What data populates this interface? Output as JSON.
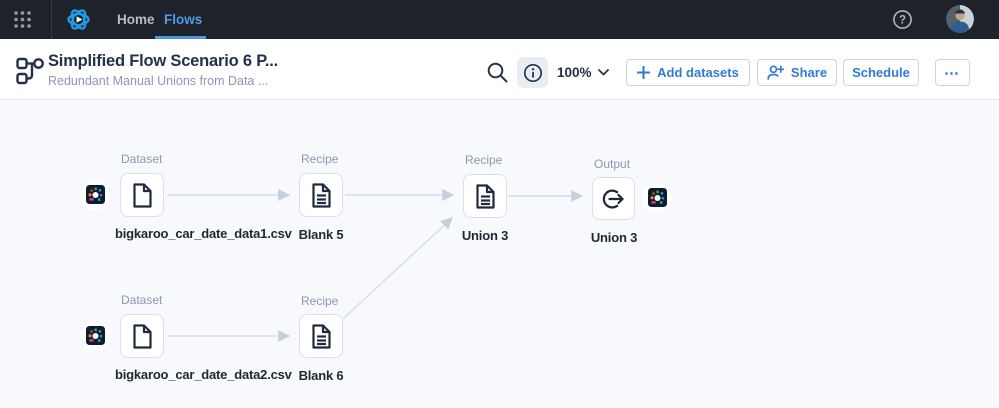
{
  "topbar": {
    "nav": [
      {
        "label": "Home",
        "active": false
      },
      {
        "label": "Flows",
        "active": true
      }
    ]
  },
  "toolbar": {
    "title": "Simplified Flow Scenario 6 P...",
    "subtitle": "Redundant Manual Unions from Data ...",
    "zoom_level": "100%",
    "add_datasets_label": "Add datasets",
    "share_label": "Share",
    "schedule_label": "Schedule",
    "more_label": "⋯"
  },
  "canvas": {
    "nodes": [
      {
        "type": "Dataset",
        "name": "bigkaroo_car_date_data1.csv"
      },
      {
        "type": "Recipe",
        "name": "Blank 5"
      },
      {
        "type": "Recipe",
        "name": "Union 3"
      },
      {
        "type": "Output",
        "name": "Union 3"
      },
      {
        "type": "Dataset",
        "name": "bigkaroo_car_date_data2.csv"
      },
      {
        "type": "Recipe",
        "name": "Blank 6"
      }
    ],
    "edges": [
      {
        "from": "bigkaroo_car_date_data1.csv",
        "to": "Blank 5"
      },
      {
        "from": "bigkaroo_car_date_data2.csv",
        "to": "Blank 6"
      },
      {
        "from": "Blank 5",
        "to": "Union 3"
      },
      {
        "from": "Blank 6",
        "to": "Union 3"
      },
      {
        "from": "Union 3",
        "to": "Union 3"
      }
    ]
  },
  "colors": {
    "topbar_bg": "#1e232b",
    "accent_blue": "#2e7cd6",
    "tab_active": "#4e9be8",
    "logo_blue": "#1e9ce6",
    "canvas_bg": "#f8f9fc",
    "edge": "#d6dee9",
    "node_border": "#d9e0eb",
    "text_dark": "#1d2836",
    "text_muted": "#8a99b1"
  }
}
